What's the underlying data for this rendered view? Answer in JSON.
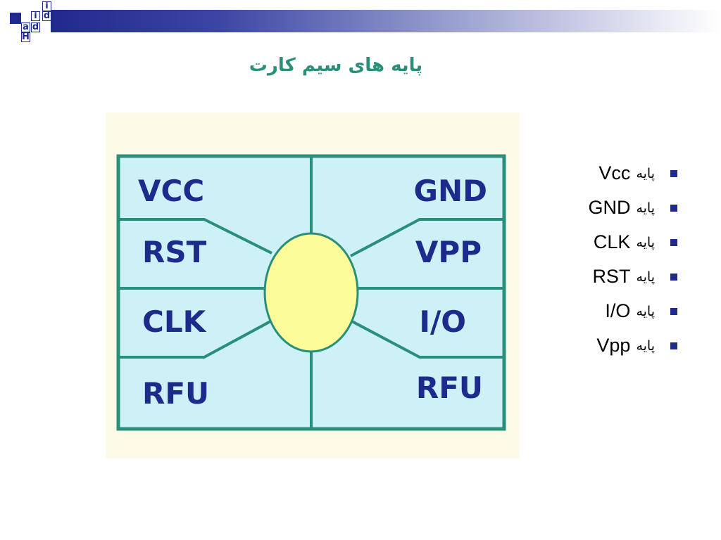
{
  "logo": {
    "letters": [
      "i",
      "d",
      "i",
      "a",
      "d",
      "H"
    ]
  },
  "slide": {
    "title": "پایه های سیم کارت"
  },
  "chip": {
    "left_pins": [
      "VCC",
      "RST",
      "CLK",
      "RFU"
    ],
    "right_pins": [
      "GND",
      "VPP",
      "I/O",
      "RFU"
    ],
    "colors": {
      "panel_bg": "#fdfbe8",
      "contact_fill": "#cdf1f6",
      "contact_line": "#2a8f7a",
      "center_fill": "#fcfc9a",
      "label": "#1d2b8c"
    }
  },
  "pin_list": {
    "items": [
      {
        "word": "پایه",
        "name": "Vcc"
      },
      {
        "word": "پایه",
        "name": "GND"
      },
      {
        "word": "پایه",
        "name": "CLK"
      },
      {
        "word": "پایه",
        "name": "RST"
      },
      {
        "word": "پایه",
        "name": "I/O"
      },
      {
        "word": "پایه",
        "name": "Vpp"
      }
    ],
    "bullet_color": "#1f2a8c"
  }
}
